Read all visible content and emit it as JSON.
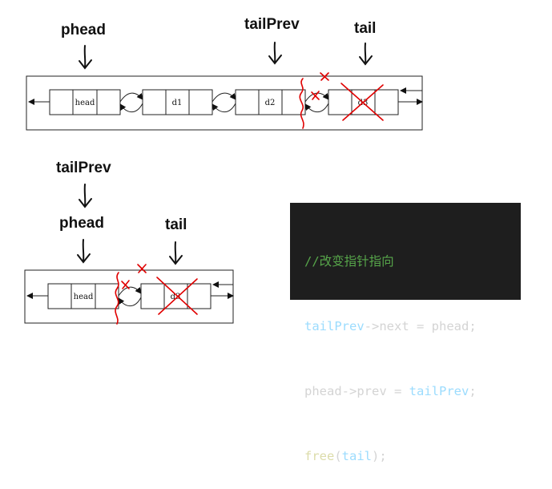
{
  "top_diagram": {
    "labels": {
      "phead": "phead",
      "tailPrev": "tailPrev",
      "tail": "tail"
    },
    "nodes": [
      "head",
      "d1",
      "d2",
      "d3"
    ]
  },
  "bottom_diagram": {
    "labels": {
      "tailPrev": "tailPrev",
      "phead": "phead",
      "tail": "tail"
    },
    "nodes": [
      "head",
      "d3"
    ]
  },
  "code": {
    "comment": "//改变指针指向",
    "line1": {
      "a": "tailPrev",
      "b": "->next = ",
      "c": "phead",
      "d": ";"
    },
    "line2": {
      "a": "phead",
      "b": "->prev = ",
      "c": "tailPrev",
      "d": ";"
    },
    "line3": {
      "a": "free",
      "b": "(",
      "c": "tail",
      "d": ");"
    }
  },
  "colors": {
    "code_bg": "#1e1e1e",
    "comment": "#57a64a",
    "variable": "#9cdcfe",
    "function": "#dcdcaa",
    "plain": "#d4d4d4",
    "cross": "#e00000"
  }
}
